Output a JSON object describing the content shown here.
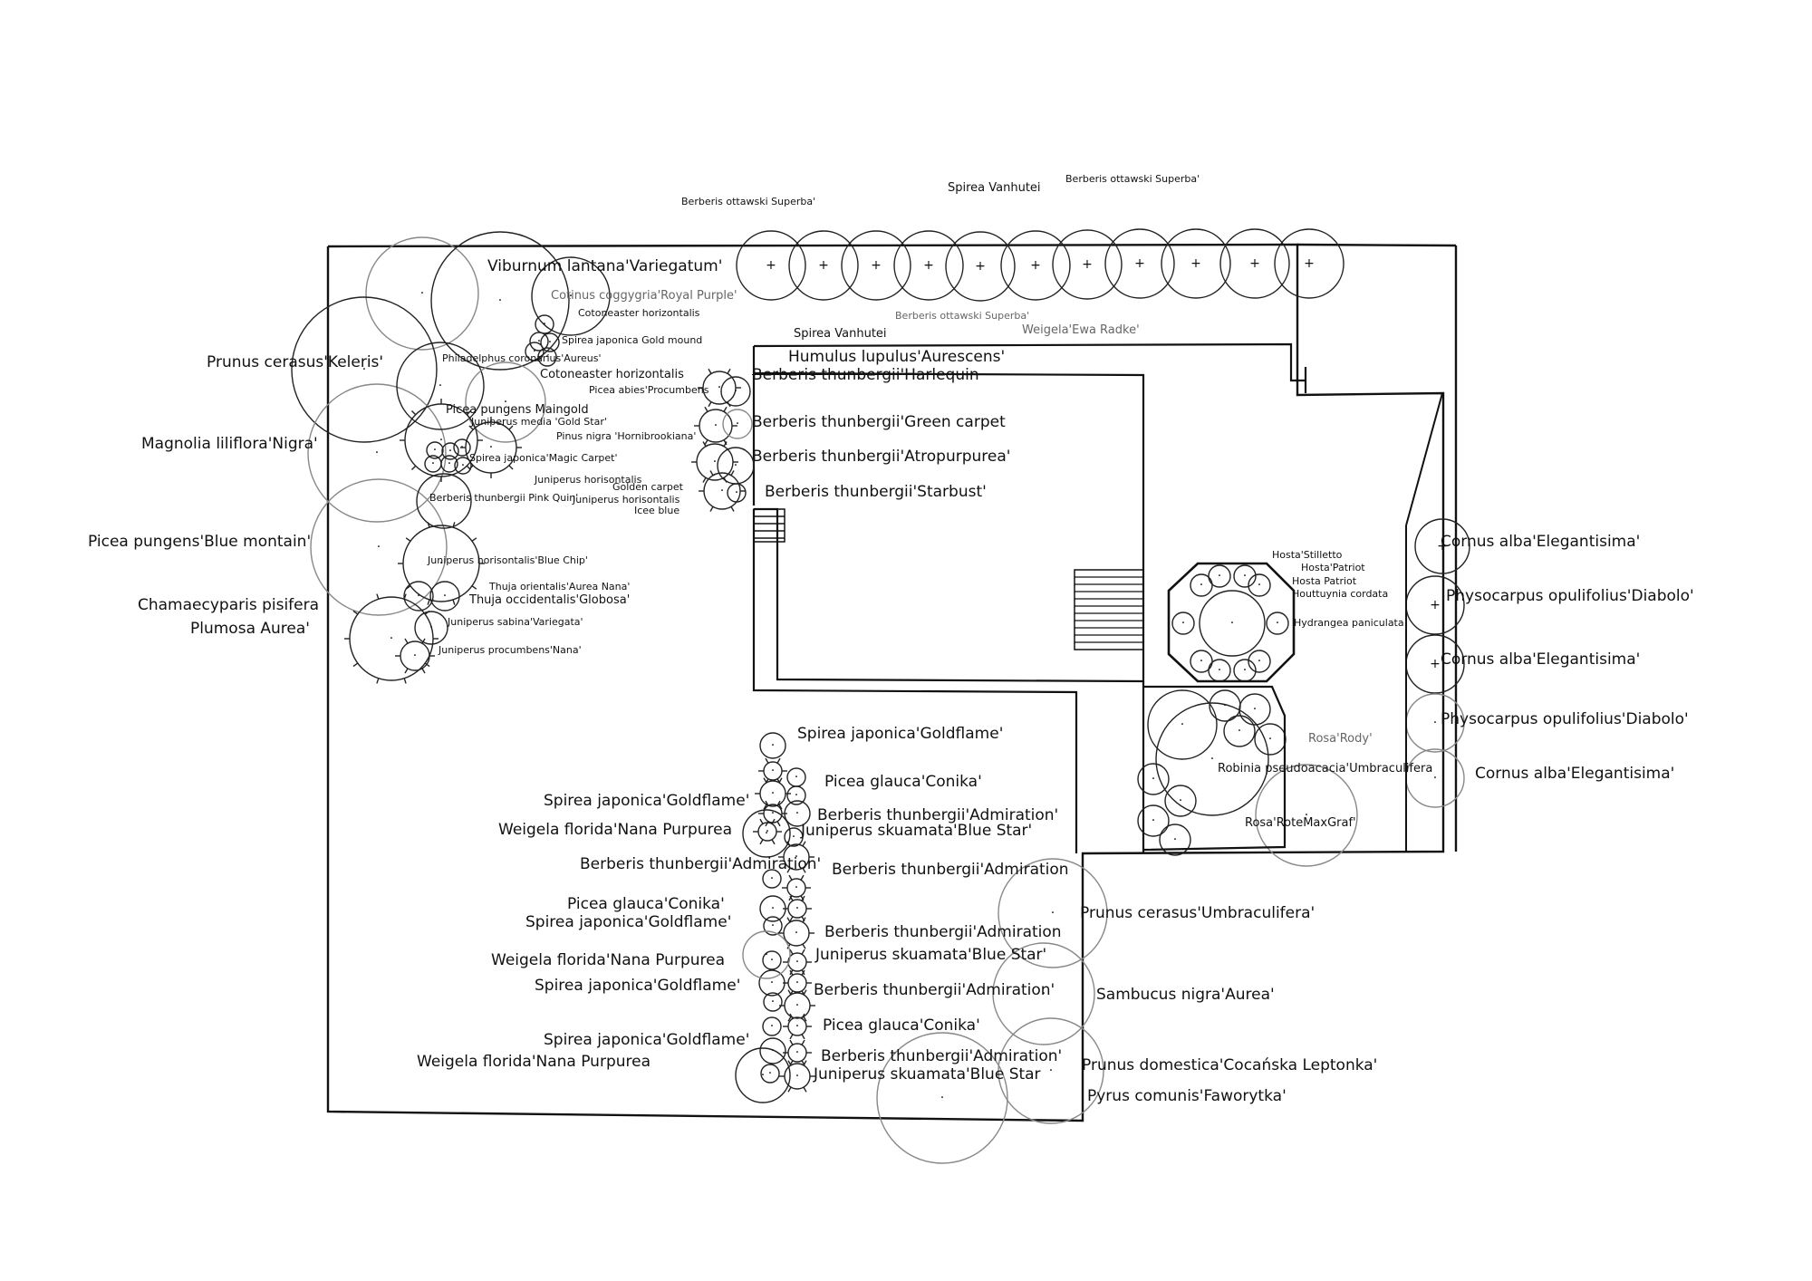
{
  "title": "Garden planting plan",
  "hedge_top": {
    "labels": [
      "Berberis ottawski Superba'",
      "Spirea Vanhutei",
      "Berberis ottawski Superba'"
    ]
  },
  "top_inner": {
    "labels": [
      "Spirea Vanhutei",
      "Berberis ottawski Superba'",
      "Weigela'Ewa Radke'"
    ]
  },
  "left_trees": [
    "Prunus cerasus'Keleris'",
    "Magnolia liliflora'Nigra'",
    "Picea pungens'Blue montain'",
    "Chamaecyparis pisifera",
    "Plumosa Aurea'"
  ],
  "nw_bed": [
    "Viburnum lantana'Variegatum'",
    "Cotinus coggygria'Royal Purple'",
    "Cotoneaster horizontalis",
    "Spirea japonica Gold mound",
    "Philadelphus coronarius'Aureus'",
    "Cotoneaster horizontalis",
    "Picea abies'Procumbens",
    "Picea pungens Maingold",
    "Juniperus media 'Gold Star'",
    "Pinus nigra 'Hornibrookiana'",
    "Spirea japonica'Magic Carpet'",
    "Juniperus horisontalis",
    "Golden carpet",
    "Berberis thunbergii Pink Quin'",
    "Juniperus horisontalis",
    "Icee blue",
    "Juniperus horisontalis'Blue Chip'",
    "Thuja orientalis'Aurea Nana'",
    "Thuja occidentalis'Globosa'",
    "Juniperus sabina'Variegata'",
    "Juniperus procumbens'Nana'"
  ],
  "house_labels": [
    "Humulus lupulus'Aurescens'",
    "Berberis thunbergii'Harlequin",
    "Berberis thunbergii'Green carpet",
    "Berberis thunbergii'Atropurpurea'",
    "Berberis thunbergii'Starbust'"
  ],
  "octagon_bed": [
    "Hosta'Stilletto",
    "Hosta'Patriot",
    "Hosta Patriot",
    "Houttuynia cordata",
    "Hydrangea paniculata"
  ],
  "rose_bed": [
    "Rosa'Rody'",
    "Robinia pseudoacacia'Umbraculifera",
    "Rosa'RoteMaxGraf'"
  ],
  "east_hedge": [
    "Cornus alba'Elegantisima'",
    "Physocarpus opulifolius'Diabolo'",
    "Cornus alba'Elegantisima'",
    "Physocarpus opulifolius'Diabolo'",
    "Cornus alba'Elegantisima'"
  ],
  "south_left": [
    "Spirea japonica'Goldflame'",
    "Weigela florida'Nana Purpurea",
    "Berberis thunbergii'Admiration'",
    "Picea glauca'Conika'",
    "Spirea japonica'Goldflame'",
    "Weigela florida'Nana Purpurea",
    "Spirea japonica'Goldflame'",
    "Spirea japonica'Goldflame'",
    "Weigela florida'Nana Purpurea"
  ],
  "south_right": [
    "Spirea japonica'Goldflame'",
    "Picea glauca'Conika'",
    "Berberis thunbergii'Admiration'",
    "Juniperus skuamata'Blue Star'",
    "Berberis thunbergii'Admiration",
    "Berberis thunbergii'Admiration",
    "Juniperus skuamata'Blue Star'",
    "Berberis thunbergii'Admiration'",
    "Picea glauca'Conika'",
    "Berberis thunbergii'Admiration'",
    "Juniperus skuamata'Blue Star"
  ],
  "orchard": [
    "Prunus cerasus'Umbraculifera'",
    "Sambucus nigra'Aurea'",
    "Prunus domestica'Cocańska Leptonka'",
    "Pyrus comunis'Faworytka'"
  ]
}
